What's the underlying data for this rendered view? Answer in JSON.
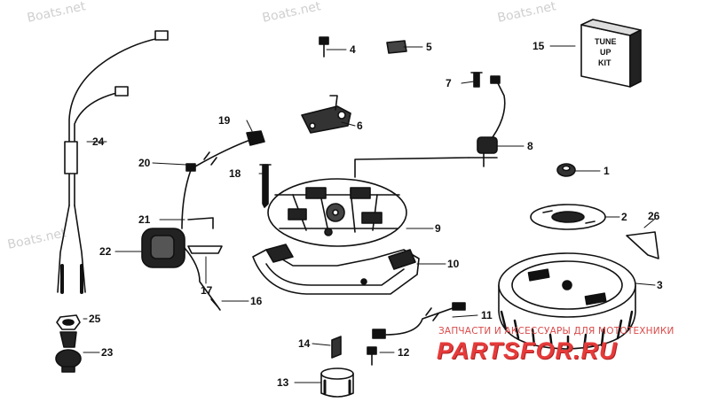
{
  "watermarks": [
    "Boats.net",
    "Boats.net",
    "Boats.net",
    "Boats.net"
  ],
  "kit_label": [
    "TUNE",
    "UP",
    "KIT"
  ],
  "callouts": [
    "1",
    "2",
    "3",
    "4",
    "5",
    "6",
    "7",
    "8",
    "9",
    "10",
    "11",
    "12",
    "13",
    "14",
    "15",
    "16",
    "17",
    "18",
    "19",
    "20",
    "21",
    "22",
    "23",
    "24",
    "25",
    "26"
  ],
  "brand": {
    "tagline": "ЗАПЧАСТИ И АКСЕССУАРЫ ДЛЯ МОТОТЕХНИКИ",
    "logo": "PARTSFOR.RU",
    "color": "#e63b3b"
  }
}
